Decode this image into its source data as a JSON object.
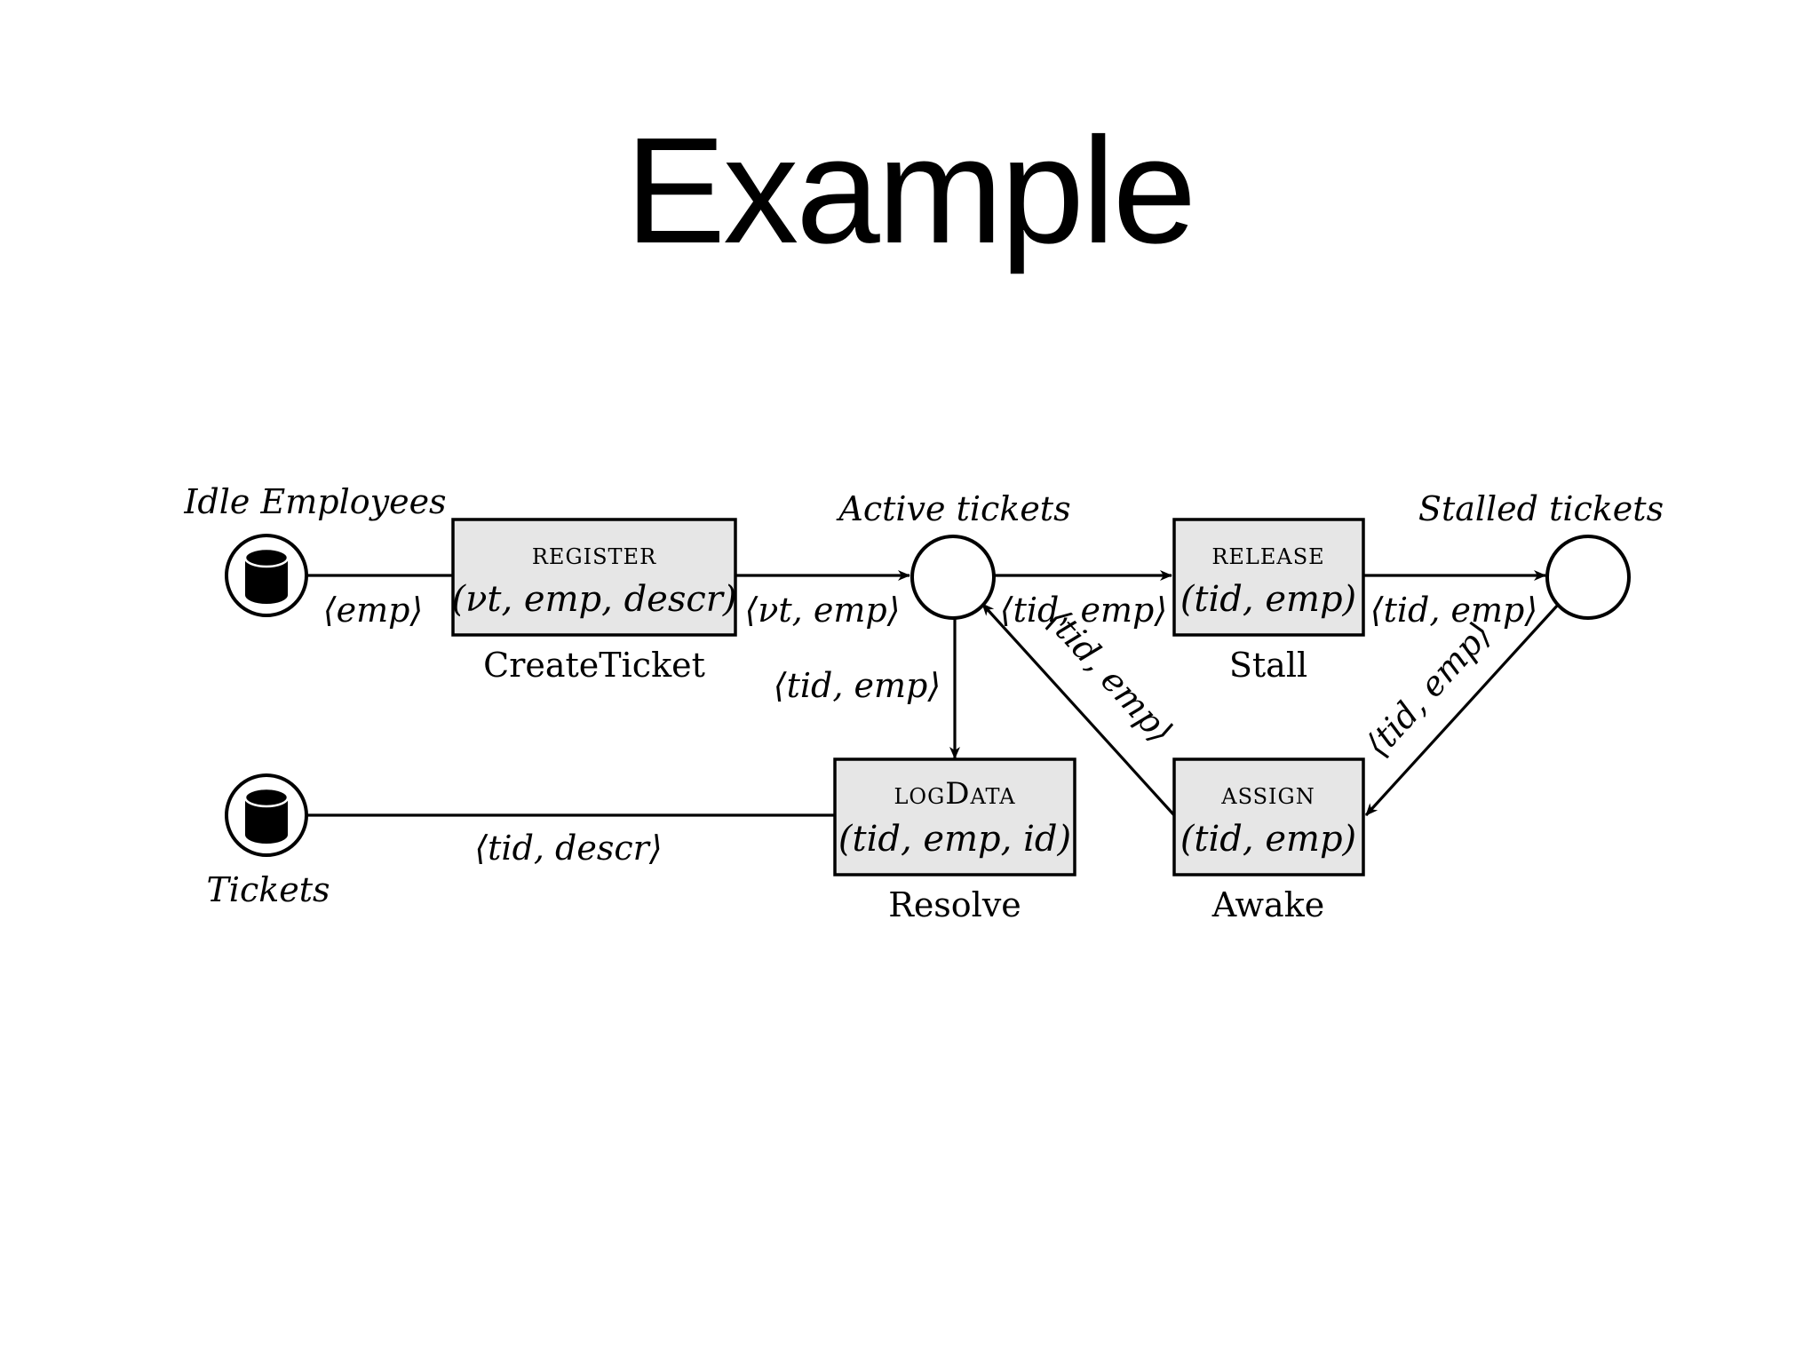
{
  "title": "Example",
  "places": {
    "idle_employees": "Idle Employees",
    "active_tickets": "Active tickets",
    "stalled_tickets": "Stalled tickets",
    "tickets": "Tickets"
  },
  "transitions": {
    "register": {
      "name": "register",
      "params": "(νt, emp, descr)",
      "label": "CreateTicket"
    },
    "release": {
      "name": "release",
      "params": "(tid, emp)",
      "label": "Stall"
    },
    "logdata": {
      "name": "logData",
      "params": "(tid, emp, id)",
      "label": "Resolve"
    },
    "assign": {
      "name": "assign",
      "params": "(tid, emp)",
      "label": "Awake"
    }
  },
  "arcs": {
    "idle_to_register": "⟨emp⟩",
    "register_to_active": "⟨νt, emp⟩",
    "active_to_release": "⟨tid, emp⟩",
    "release_to_stalled": "⟨tid, emp⟩",
    "active_to_logdata": "⟨tid, emp⟩",
    "stalled_to_assign": "⟨tid, emp⟩",
    "assign_to_active": "⟨tid, emp⟩",
    "logdata_to_tickets": "⟨tid, descr⟩"
  }
}
